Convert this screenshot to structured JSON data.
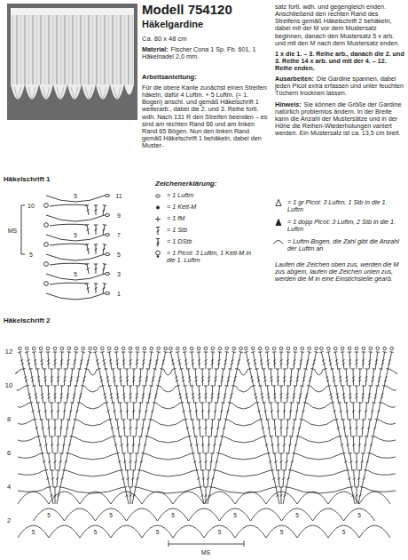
{
  "diagram": {
    "title": "Modell 754120",
    "labels": [
      "Ca. 80 x 48 cm",
      "Material:",
      "Fischer Cona 1 Sp. Fb. 601, 1 Häkelnadel 2,0 mm.",
      "Arbeitsanleitung:",
      "Für die obere Kante zunächst einen Streifen häkeln, dafür 4 Luftm. + 5 Luftm. (= 1. Bogen) anschl. und gemäß Häkelschrift 1 weiterarb., dabei die 2. und 3. Reihe fortl. wdh. Nach 131 R den Streifen beenden – es sind am rechten Rand 66 und am linken Rand 65 Bögen. Nun den linken Rand gemäß Häkelschrift 1 behäkeln, dabei den Muster-",
      "satz fortl. wdh. und gegengleich enden. Anschließend den rechten Rand des Streifens gemäß Häkelschrift 2 behäkeln, dabei mit der M vor dem Mustersatz beginnen, danach den Mustersatz 5 x arb. und mit den M nach dem Mustersatz enden.",
      "1 x die 1. – 3. Reihe arb., danach die 2. und 3. Reihe 14 x arb. und mit der 4. – 12. Reihe enden.",
      "Ausarbeiten:",
      "Die Gardine spannen, dabei jeden Picot extra erfassen und unter feuchten Tüchern trocknen lassen.",
      "Hinweis:",
      "Sie können die Größe der Gardine natürlich problemlos ändern. In der Breite kann die Anzahl der Mustersätze und in der Höhe die Reihen-Wiederholungen variiert werden. Ein Mustersatz ist ca. 13,5 cm breit.",
      "Häkelschrift 1",
      "Zeichenerklärung:",
      "Laufen die Zeichen oben zus, werden die M zus abgem, laufen die Zeichen unten zus, werden die M in eine Einstichstelle gearb.",
      "Häkelschrift 2",
      "11",
      "9",
      "7",
      "5",
      "3",
      "1",
      "10",
      "5",
      "MS",
      "5",
      "5",
      "5",
      "12",
      "10",
      "8",
      "6",
      "4",
      "2",
      "MS",
      "5",
      "5",
      "5",
      "5",
      "5",
      "5",
      "5",
      "5",
      "5",
      "5",
      "5",
      "5",
      "Häkelgardine"
    ],
    "legend": [
      {
        "text": "= 1 Luftm"
      },
      {
        "text": "= 1 Kett-M"
      },
      {
        "text": "= 1 fM"
      },
      {
        "text": "= 1 Stb"
      },
      {
        "text": "= 1 DStb"
      },
      {
        "text": "= 1 Picot: 3 Luftm, 1 Kett-M in die 1. Luftm"
      },
      {
        "text": "= 1 gr Picot: 3 Luftm, 1 Stb in die 1. Luftm"
      },
      {
        "text": "= 1 dopp Picot: 3 Luftm, 2 Stb in die 1. Luftm"
      },
      {
        "text": "= Luftm-Bogen, die Zahl gibt die Anzahl der Luftm an"
      }
    ]
  }
}
